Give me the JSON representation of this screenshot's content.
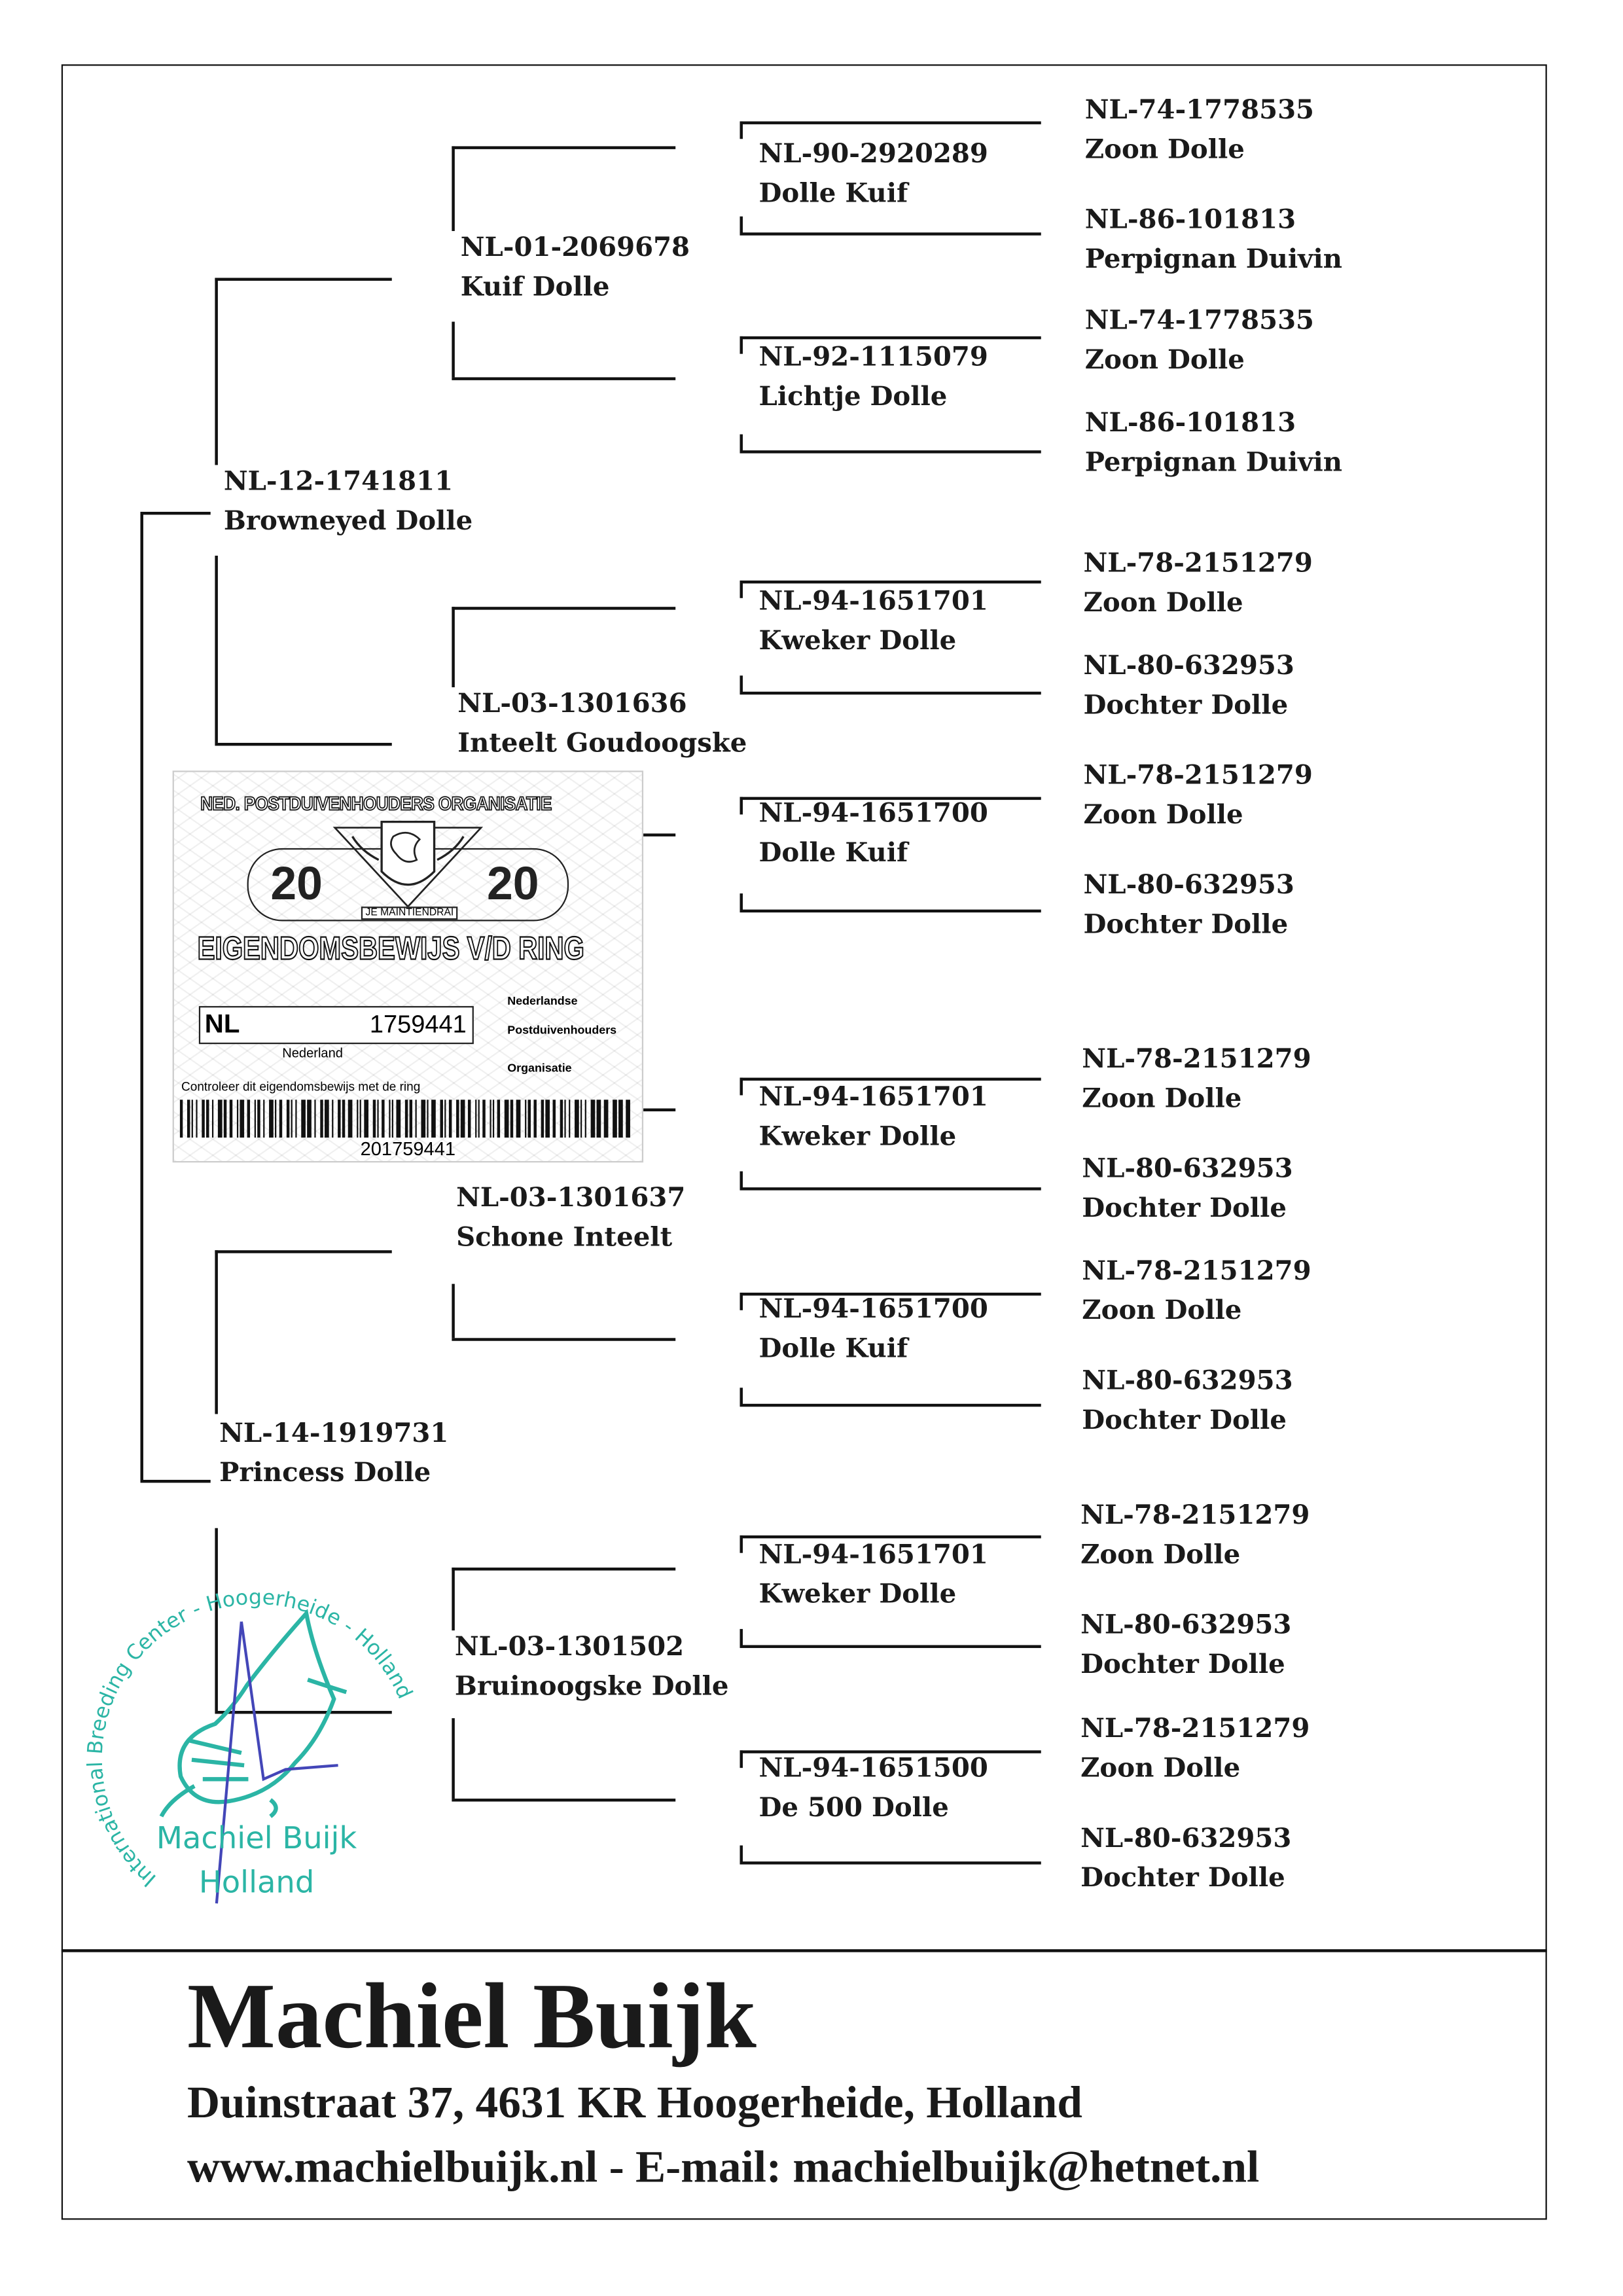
{
  "pedigree": {
    "parents": [
      {
        "ring": "NL-12-1741811",
        "name": "Browneyed Dolle"
      },
      {
        "ring": "NL-14-1919731",
        "name": "Princess Dolle"
      }
    ],
    "grandparents": [
      {
        "ring": "NL-01-2069678",
        "name": "Kuif Dolle"
      },
      {
        "ring": "NL-03-1301636",
        "name": "Inteelt Goudoogske"
      },
      {
        "ring": "NL-03-1301637",
        "name": "Schone Inteelt"
      },
      {
        "ring": "NL-03-1301502",
        "name": "Bruinoogske Dolle"
      }
    ],
    "great_grandparents": [
      {
        "ring": "NL-90-2920289",
        "name": "Dolle Kuif"
      },
      {
        "ring": "NL-92-1115079",
        "name": "Lichtje Dolle"
      },
      {
        "ring": "NL-94-1651701",
        "name": "Kweker Dolle"
      },
      {
        "ring": "NL-94-1651700",
        "name": "Dolle Kuif"
      },
      {
        "ring": "NL-94-1651701",
        "name": "Kweker Dolle"
      },
      {
        "ring": "NL-94-1651700",
        "name": "Dolle Kuif"
      },
      {
        "ring": "NL-94-1651701",
        "name": "Kweker Dolle"
      },
      {
        "ring": "NL-94-1651500",
        "name": "De 500 Dolle"
      }
    ],
    "great_great_grandparents": [
      {
        "ring": "NL-74-1778535",
        "name": "Zoon Dolle"
      },
      {
        "ring": "NL-86-101813",
        "name": "Perpignan Duivin"
      },
      {
        "ring": "NL-74-1778535",
        "name": "Zoon Dolle"
      },
      {
        "ring": "NL-86-101813",
        "name": "Perpignan Duivin"
      },
      {
        "ring": "NL-78-2151279",
        "name": "Zoon Dolle"
      },
      {
        "ring": "NL-80-632953",
        "name": "Dochter Dolle"
      },
      {
        "ring": "NL-78-2151279",
        "name": "Zoon Dolle"
      },
      {
        "ring": "NL-80-632953",
        "name": "Dochter Dolle"
      },
      {
        "ring": "NL-78-2151279",
        "name": "Zoon Dolle"
      },
      {
        "ring": "NL-80-632953",
        "name": "Dochter Dolle"
      },
      {
        "ring": "NL-78-2151279",
        "name": "Zoon Dolle"
      },
      {
        "ring": "NL-80-632953",
        "name": "Dochter Dolle"
      },
      {
        "ring": "NL-78-2151279",
        "name": "Zoon Dolle"
      },
      {
        "ring": "NL-80-632953",
        "name": "Dochter Dolle"
      },
      {
        "ring": "NL-78-2151279",
        "name": "Zoon Dolle"
      },
      {
        "ring": "NL-80-632953",
        "name": "Dochter Dolle"
      }
    ]
  },
  "certificate": {
    "organisation": "NED. POSTDUIVENHOUDERS ORGANISATIE",
    "year_left": "20",
    "year_right": "20",
    "motto": "JE MAINTIENDRAI",
    "title": "EIGENDOMSBEWIJS V/D RING",
    "country_code": "NL",
    "ring_number": "1759441",
    "country": "Nederland",
    "npo_lines": [
      "Nederlandse",
      "Postduivenhouders",
      "Organisatie"
    ],
    "instruction": "Controleer dit eigendomsbewijs met de ring",
    "barcode_number": "201759441"
  },
  "stamp": {
    "ring_text": "International Breeding Center - Hoogerheide - Holland",
    "name": "Machiel Buijk",
    "country": "Holland",
    "color": "#2bb5a5"
  },
  "footer": {
    "name": "Machiel Buijk",
    "address": "Duinstraat 37, 4631 KR Hoogerheide, Holland",
    "contact": "www.machielbuijk.nl - E-mail: machielbuijk@hetnet.nl"
  }
}
